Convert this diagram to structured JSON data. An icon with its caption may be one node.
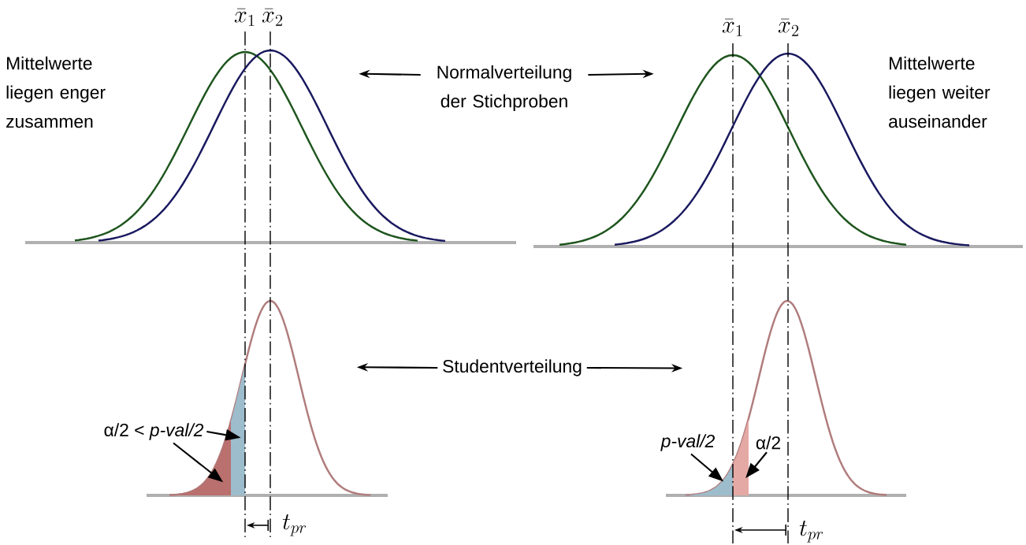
{
  "diagram": {
    "nodes": [
      {
        "text": [],
        "shape": "picture"
      },
      {
        "text": [
          "Normalverteilung der Stichproben"
        ]
      },
      {
        "text": [],
        "shape": "picture"
      },
      {
        "text": [],
        "shape": "picture"
      },
      {
        "text": [
          "Studentverteilung"
        ]
      },
      {
        "text": [],
        "shape": "picture"
      },
      {
        "text": [
          "α/2 < *p-val/2*"
        ]
      },
      {
        "text": [],
        "shape": "area",
        "in": 3
      },
      {
        "text": [],
        "shape": "area",
        "in": 3
      },
      {
        "text": [
          "p-val/2"
        ]
      },
      {
        "text": [
          "α/2"
        ],
        "in": 5
      },
      {
        "text": [],
        "shape": "area",
        "in": 5
      },
      {
        "text": [],
        "shape": "area",
        "in": 5
      }
    ],
    "edges": [
      {
        "from": 1,
        "to": 0,
        "arrow": "to"
      },
      {
        "from": 1,
        "to": 2,
        "arrow": "to"
      },
      {
        "from": 4,
        "to": 3,
        "arrow": "to"
      },
      {
        "from": 4,
        "to": 5,
        "arrow": "to"
      },
      {
        "from": 6,
        "to": 8,
        "arrow": "to"
      },
      {
        "from": 6,
        "to": 7,
        "arrow": "to"
      },
      {
        "from": 9,
        "to": 11,
        "arrow": "to"
      },
      {
        "from": 10,
        "to": 12,
        "arrow": "to"
      }
    ],
    "labels": [
      "\\bar{x}_1",
      "\\bar{x}_2",
      "\\bar{x}_1",
      "\\bar{x}_2",
      "Mittelwerte liegen enger zusammen",
      "Mittelwerte liegen weiter auseinander",
      "t_{pr}",
      "t_{pr}"
    ]
  }
}
